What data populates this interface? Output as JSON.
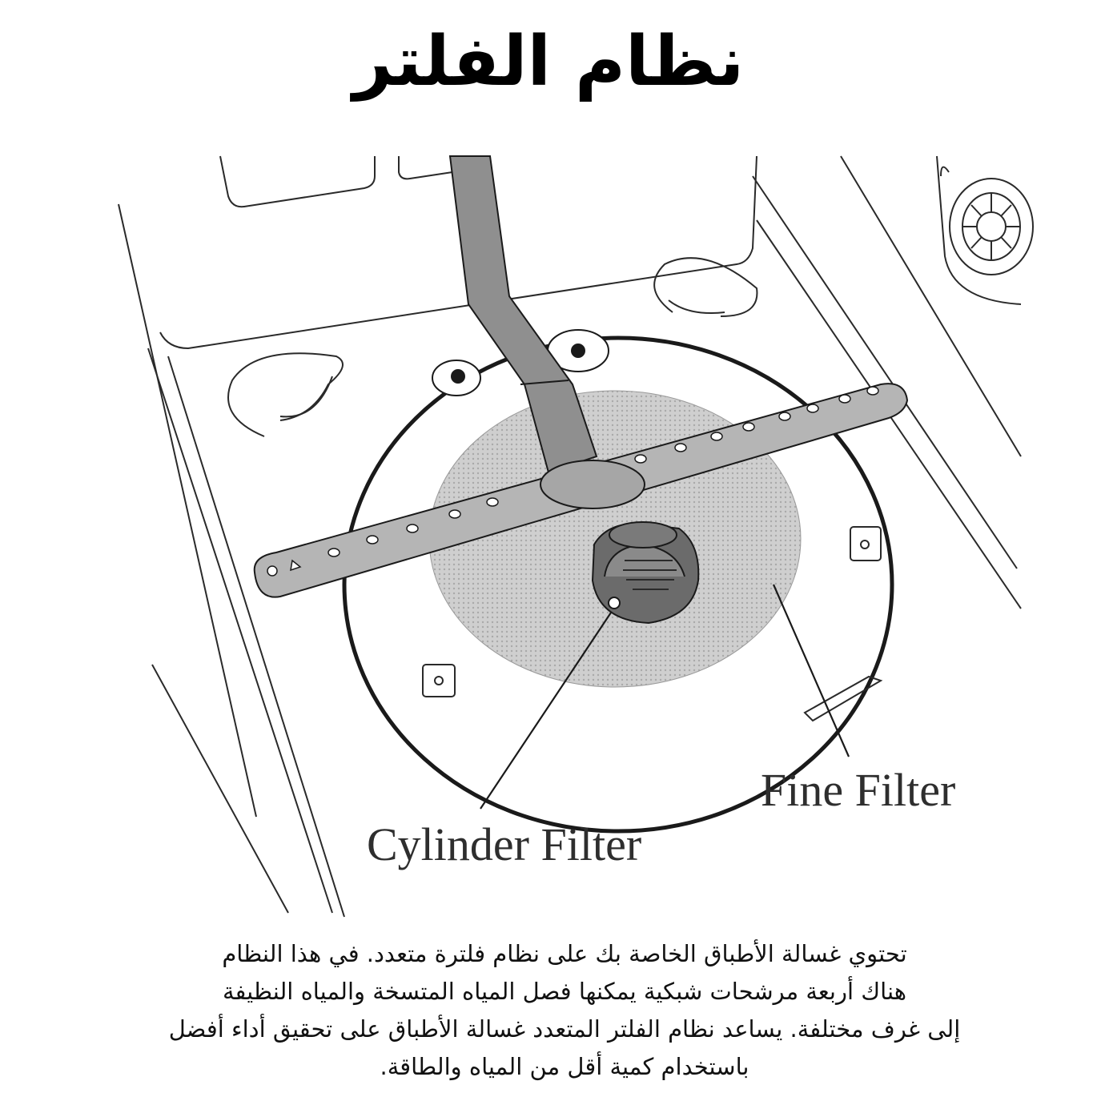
{
  "title": "نظام الفلتر",
  "diagram": {
    "labels": {
      "fine_filter": "Fine Filter",
      "cylinder_filter": "Cylinder Filter"
    },
    "colors": {
      "line": "#2a2a2a",
      "filter_fill": "#c9c9c9",
      "arm_fill": "#b5b5b5",
      "pipe_fill": "#8f8f8f",
      "cylinder_fill": "#6b6b6b"
    }
  },
  "description": {
    "lines": [
      "تحتوي غسالة الأطباق الخاصة بك على نظام فلترة متعدد. في هذا النظام",
      "هناك أربعة مرشحات شبكية يمكنها فصل المياه المتسخة والمياه النظيفة",
      "إلى غرف مختلفة. يساعد نظام الفلتر المتعدد غسالة الأطباق على تحقيق أداء أفضل",
      "باستخدام كمية أقل من المياه والطاقة."
    ]
  }
}
